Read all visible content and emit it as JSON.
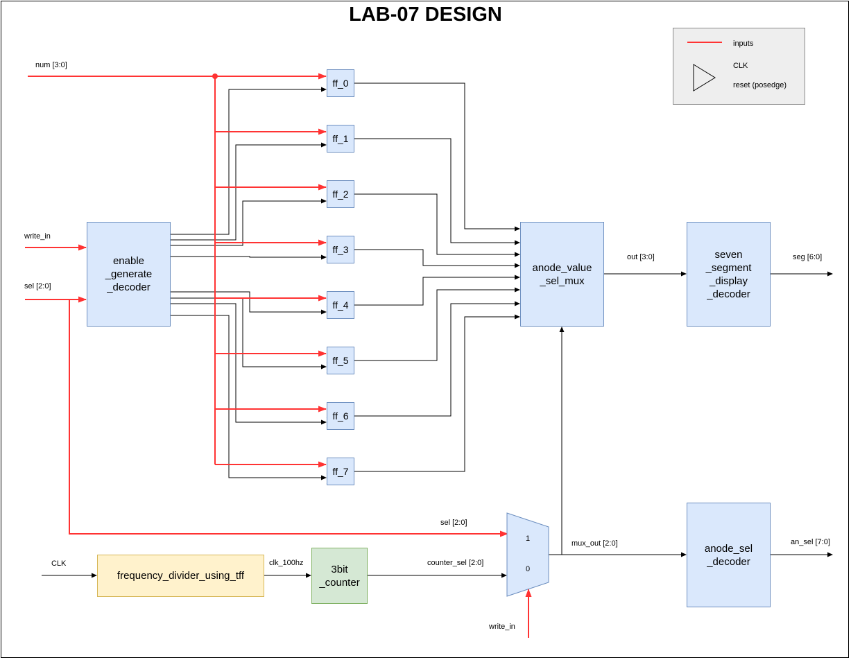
{
  "title": "LAB-07 DESIGN",
  "legend": {
    "inputs": "inputs",
    "clk": "CLK",
    "reset": "reset (posedge)"
  },
  "colors": {
    "input_wire": "#ff3333",
    "block_blue": "#dae8fc",
    "block_yellow": "#fff2cc",
    "block_green": "#d5e8d4"
  },
  "signals": {
    "num": "num [3:0]",
    "write_in": "write_in",
    "sel": "sel [2:0]",
    "out": "out [3:0]",
    "seg": "seg [6:0]",
    "sel_mux": "sel [2:0]",
    "mux_out": "mux_out [2:0]",
    "an_sel": "an_sel [7:0]",
    "clk": "CLK",
    "clk_100hz": "clk_100hz",
    "counter_sel": "counter_sel [2:0]",
    "write_in_mux": "write_in"
  },
  "blocks": {
    "enable_decoder": "enable\n_generate\n_decoder",
    "anode_mux": "anode_value\n_sel_mux",
    "seven_seg": "seven\n_segment\n_display\n_decoder",
    "anode_sel_decoder": "anode_sel\n_decoder",
    "freq_div": "frequency_divider_using_tff",
    "counter": "3bit\n_counter"
  },
  "flipflops": [
    "ff_0",
    "ff_1",
    "ff_2",
    "ff_3",
    "ff_4",
    "ff_5",
    "ff_6",
    "ff_7"
  ],
  "mux": {
    "input1": "1",
    "input0": "0"
  }
}
